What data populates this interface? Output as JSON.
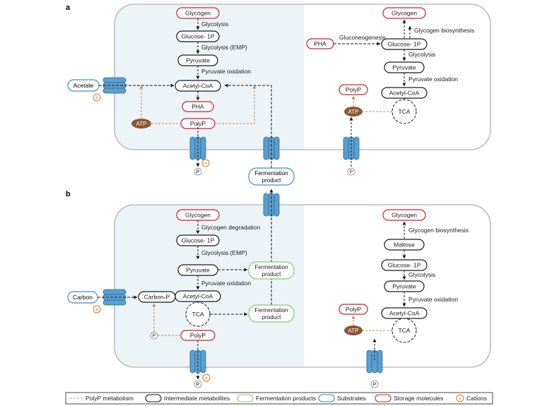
{
  "colors": {
    "storage": "#d0202e",
    "intermediate": "#1a1a1a",
    "fermentation": "#8cc870",
    "substrate": "#3a8fc8",
    "cation": "#e07818",
    "atp_fill": "#8b5530",
    "polyp_line": "#c98a5a",
    "cell_left_fill": "#ecf4f8",
    "cell_border": "#bdbdbd",
    "channel_fill": "#5a9fd0",
    "channel_stroke": "#2a6a9c"
  },
  "panel_a": {
    "label": "a",
    "left": {
      "glycogen": "Glycogen",
      "glycolysis": "Glycolysis",
      "glucose1p": "Glucose- 1P",
      "glycolysis_emp": "Glycolysis (EMP)",
      "pyruvate": "Pyruvate",
      "pyruvate_oxidation": "Pyruvate oxidation",
      "acetylcoa": "Acetyl-CoA",
      "pha": "PHA",
      "atp": "ATP",
      "polyp": "PolyP",
      "acetate": "Acetate",
      "cation": "+",
      "p": "P",
      "fermentation_product": [
        "Fermentation",
        "product"
      ]
    },
    "right": {
      "glycogen": "Glycogen",
      "glycogen_biosynthesis": "Glycogen biosynthesis",
      "pha": "PHA",
      "gluconeogenesis": "Gluconeogenesis",
      "glucose1p": "Glucose- 1P",
      "glycolysis": "Glycolysis",
      "pyruvate": "Pyruvate",
      "pyruvate_oxidation": "Pyruvate oxidation",
      "acetylcoa": "Acetyl-CoA",
      "polyp": "PolyP",
      "atp": "ATP",
      "tca": "TCA",
      "p": "P"
    }
  },
  "panel_b": {
    "label": "b",
    "left": {
      "glycogen": "Glycogen",
      "glycogen_degradation": "Glycogen degradation",
      "glucose1p": "Glucose- 1P",
      "glycolysis_emp": "Glycolysis (EMP)",
      "pyruvate": "Pyruvate",
      "fermentation_product_1": [
        "Fermentation",
        "product"
      ],
      "pyruvate_oxidation": "Pyruvate oxidation",
      "acetylcoa": "Acetyl-CoA",
      "tca": "TCA",
      "fermentation_product_2": [
        "Fermentation",
        "product"
      ],
      "carbon": "Carbon",
      "carbon_p": "Carbon-P",
      "polyp": "PolyP",
      "p": "P",
      "cation": "+"
    },
    "right": {
      "glycogen": "Glycogen",
      "glycogen_biosynthesis": "Glycogen biosynthesis",
      "maltose": "Maltose",
      "glucose1p": "Glucose- 1P",
      "glycolysis": "Glycolysis",
      "pyruvate": "Pyruvate",
      "pyruvate_oxidation": "Pyruvate oxidation",
      "acetylcoa": "Acetyl-CoA",
      "polyp": "PolyP",
      "atp": "ATP",
      "tca": "TCA",
      "p": "P"
    }
  },
  "legend": {
    "polyp_metabolism": "PolyP metabolism",
    "intermediate_metabolites": "Intermediate metabolites",
    "fermentation_products": "Fermentation products",
    "substrates": "Substrates",
    "storage_molecules": "Storage molecules",
    "cations": "Cations",
    "cation_symbol": "+"
  }
}
